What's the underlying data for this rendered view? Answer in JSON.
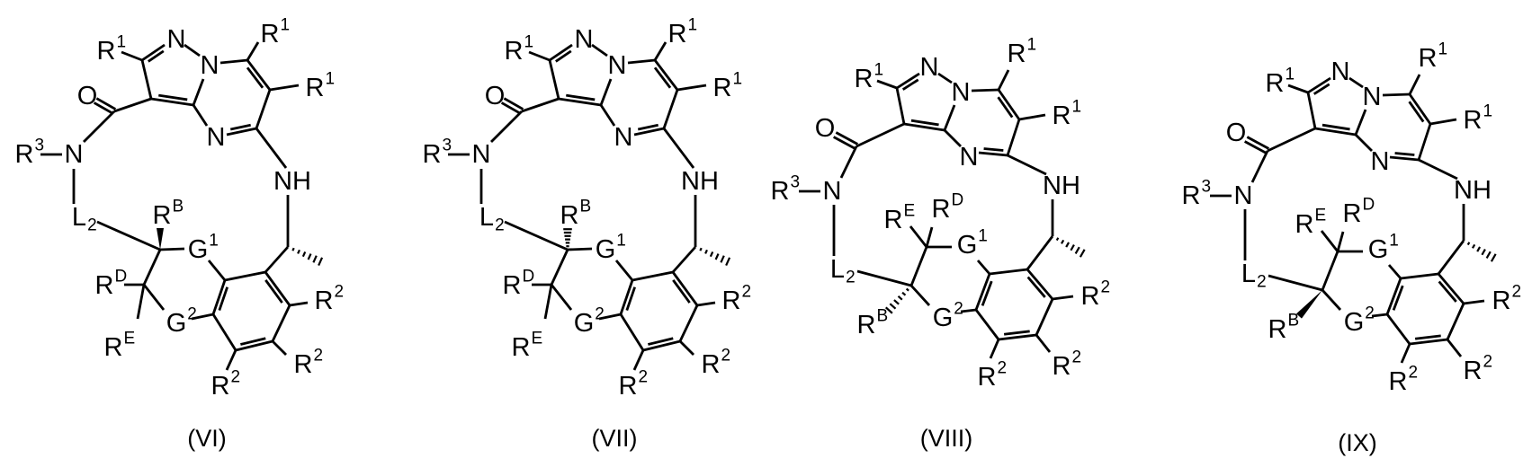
{
  "structures": [
    {
      "caption": "(VI)",
      "rb_bond": "wedge",
      "labels": {
        "r1a": {
          "t": "R",
          "sup": "1"
        },
        "n2": {
          "t": "N"
        },
        "n1": {
          "t": "N"
        },
        "r1b": {
          "t": "R",
          "sup": "1"
        },
        "r1c": {
          "t": "R",
          "sup": "1"
        },
        "n4": {
          "t": "N"
        },
        "o": {
          "t": "O"
        },
        "n_amide": {
          "t": "N"
        },
        "r3": {
          "t": "R",
          "sup": "3"
        },
        "l2": {
          "t": "L",
          "sub": "2"
        },
        "rb": {
          "t": "R",
          "sup": "B"
        },
        "g1": {
          "t": "G",
          "sup": "1"
        },
        "rd": {
          "t": "R",
          "sup": "D"
        },
        "g2": {
          "t": "G",
          "sup": "2"
        },
        "re": {
          "t": "R",
          "sup": "E"
        },
        "nh": {
          "t": "NH"
        },
        "r2a": {
          "t": "R",
          "sup": "2"
        },
        "r2b": {
          "t": "R",
          "sup": "2"
        },
        "r2c": {
          "t": "R",
          "sup": "2"
        }
      }
    },
    {
      "caption": "(VII)",
      "rb_bond": "hash",
      "labels": {
        "r1a": {
          "t": "R",
          "sup": "1"
        },
        "n2": {
          "t": "N"
        },
        "n1": {
          "t": "N"
        },
        "r1b": {
          "t": "R",
          "sup": "1"
        },
        "r1c": {
          "t": "R",
          "sup": "1"
        },
        "n4": {
          "t": "N"
        },
        "o": {
          "t": "O"
        },
        "n_amide": {
          "t": "N"
        },
        "r3": {
          "t": "R",
          "sup": "3"
        },
        "l2": {
          "t": "L",
          "sub": "2"
        },
        "rb": {
          "t": "R",
          "sup": "B"
        },
        "g1": {
          "t": "G",
          "sup": "1"
        },
        "rd": {
          "t": "R",
          "sup": "D"
        },
        "g2": {
          "t": "G",
          "sup": "2"
        },
        "re": {
          "t": "R",
          "sup": "E"
        },
        "nh": {
          "t": "NH"
        },
        "r2a": {
          "t": "R",
          "sup": "2"
        },
        "r2b": {
          "t": "R",
          "sup": "2"
        },
        "r2c": {
          "t": "R",
          "sup": "2"
        }
      }
    },
    {
      "caption": "(VIII)",
      "rb_bond": "hash",
      "labels": {
        "r1a": {
          "t": "R",
          "sup": "1"
        },
        "n2": {
          "t": "N"
        },
        "n1": {
          "t": "N"
        },
        "r1b": {
          "t": "R",
          "sup": "1"
        },
        "r1c": {
          "t": "R",
          "sup": "1"
        },
        "n4": {
          "t": "N"
        },
        "o": {
          "t": "O"
        },
        "n_amide": {
          "t": "N"
        },
        "r3": {
          "t": "R",
          "sup": "3"
        },
        "l2": {
          "t": "L",
          "sub": "2"
        },
        "rb": {
          "t": "R",
          "sup": "B"
        },
        "g1": {
          "t": "G",
          "sup": "1"
        },
        "rd": {
          "t": "R",
          "sup": "D"
        },
        "g2": {
          "t": "G",
          "sup": "2"
        },
        "re": {
          "t": "R",
          "sup": "E"
        },
        "nh": {
          "t": "NH"
        },
        "r2a": {
          "t": "R",
          "sup": "2"
        },
        "r2b": {
          "t": "R",
          "sup": "2"
        },
        "r2c": {
          "t": "R",
          "sup": "2"
        }
      }
    },
    {
      "caption": "(IX)",
      "rb_bond": "wedge",
      "labels": {
        "r1a": {
          "t": "R",
          "sup": "1"
        },
        "n2": {
          "t": "N"
        },
        "n1": {
          "t": "N"
        },
        "r1b": {
          "t": "R",
          "sup": "1"
        },
        "r1c": {
          "t": "R",
          "sup": "1"
        },
        "n4": {
          "t": "N"
        },
        "o": {
          "t": "O"
        },
        "n_amide": {
          "t": "N"
        },
        "r3": {
          "t": "R",
          "sup": "3"
        },
        "l2": {
          "t": "L",
          "sub": "2"
        },
        "rb": {
          "t": "R",
          "sup": "B"
        },
        "g1": {
          "t": "G",
          "sup": "1"
        },
        "rd": {
          "t": "R",
          "sup": "D"
        },
        "g2": {
          "t": "G",
          "sup": "2"
        },
        "re": {
          "t": "R",
          "sup": "E"
        },
        "nh": {
          "t": "NH"
        },
        "r2a": {
          "t": "R",
          "sup": "2"
        },
        "r2b": {
          "t": "R",
          "sup": "2"
        },
        "r2c": {
          "t": "R",
          "sup": "2"
        }
      }
    }
  ]
}
